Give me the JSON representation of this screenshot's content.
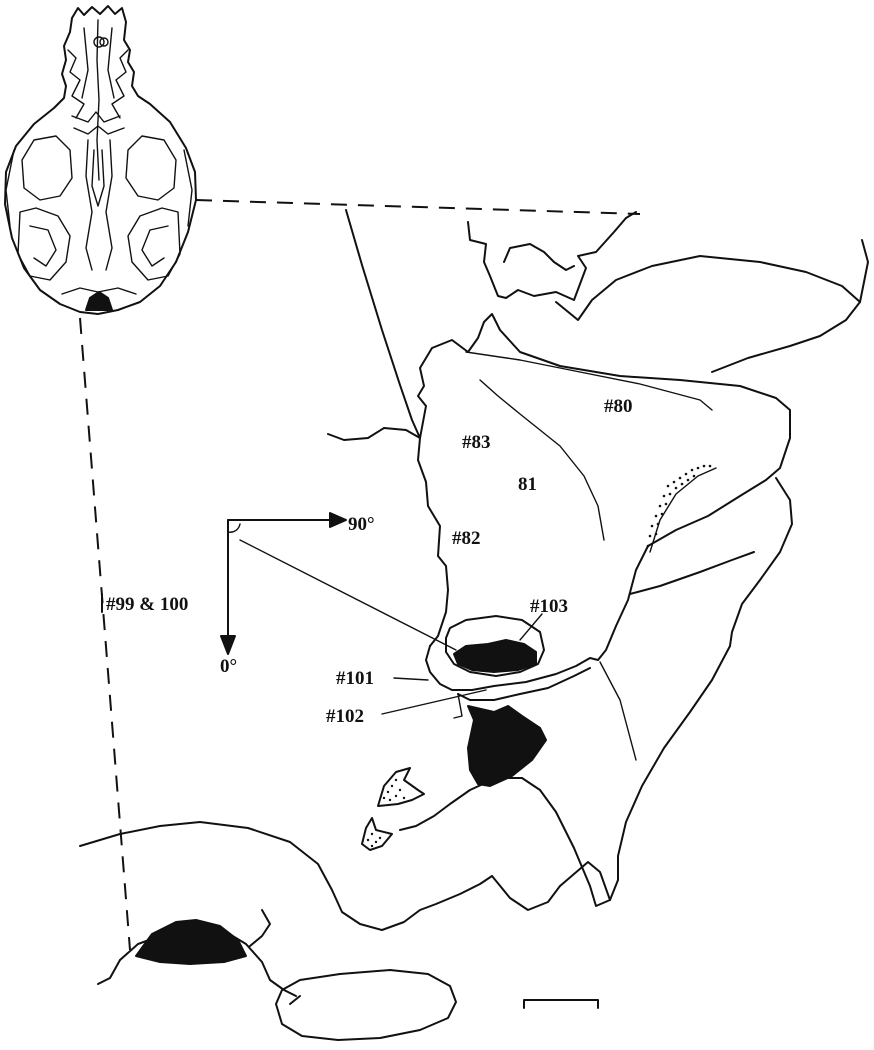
{
  "labels": {
    "region_80": "#80",
    "region_81": "81",
    "region_82": "#82",
    "region_83": "#83",
    "region_99_100": "#99 & 100",
    "region_101": "#101",
    "region_102": "#102",
    "region_103": "#103",
    "angle_90": "90°",
    "angle_0": "0°"
  },
  "colors": {
    "ink": "#111111",
    "paper": "#ffffff"
  }
}
